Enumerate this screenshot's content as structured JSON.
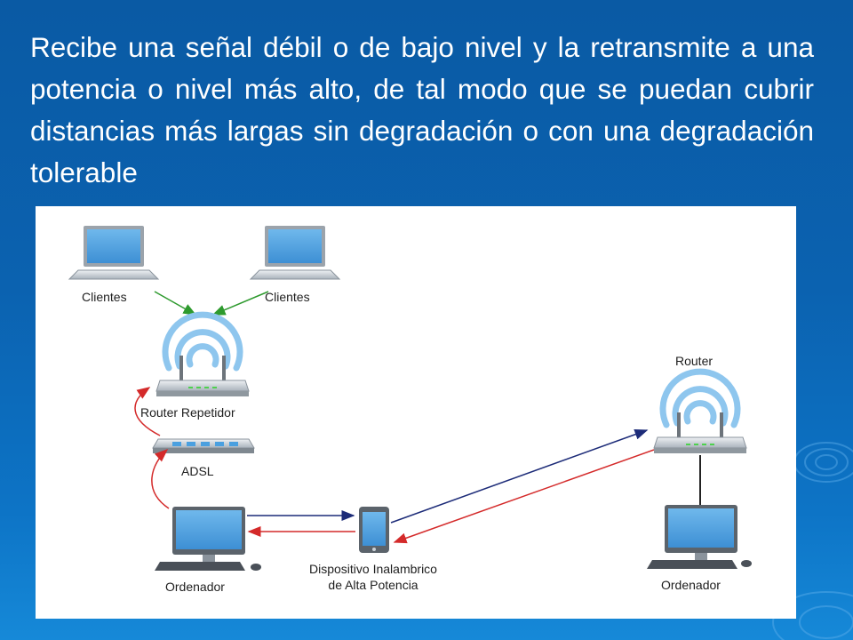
{
  "slide": {
    "body_text": "Recibe una señal débil o de bajo nivel y la retransmite a una potencia o nivel más alto, de tal modo que se puedan cubrir distancias más largas sin degradación o con una degradación tolerable"
  },
  "diagram": {
    "labels": {
      "client_left": "Clientes",
      "client_right": "Clientes",
      "router_repeater": "Router Repetidor",
      "adsl": "ADSL",
      "computer_left": "Ordenador",
      "wireless_device_line1": "Dispositivo Inalambrico",
      "wireless_device_line2": "de Alta Potencia",
      "router": "Router",
      "computer_right": "Ordenador"
    },
    "colors": {
      "green_link": "#2e9a2e",
      "red_link": "#d42a2a",
      "navy_link": "#1c2b78",
      "wifi_wave": "#8ec6ee",
      "device_blue": "#4aa0e0"
    }
  }
}
